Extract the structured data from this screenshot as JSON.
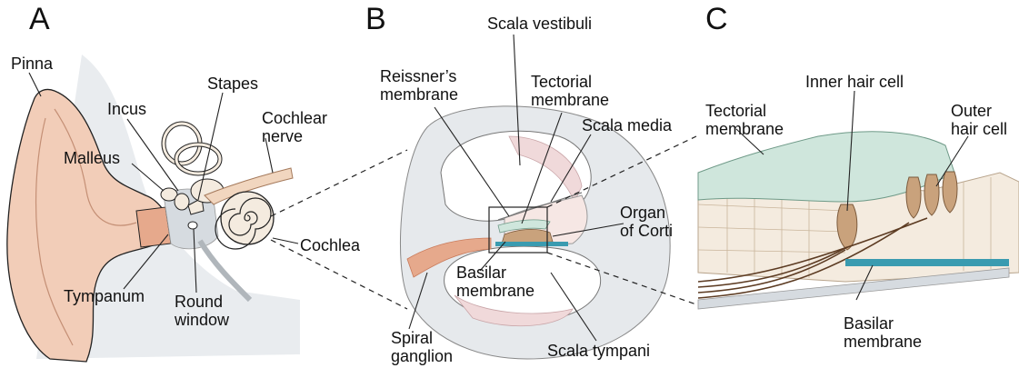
{
  "panels": [
    {
      "letter": "A"
    },
    {
      "letter": "B"
    },
    {
      "letter": "C"
    }
  ],
  "labels": {
    "pinna": "Pinna",
    "incus": "Incus",
    "stapes": "Stapes",
    "cochlear_nerve": "Cochlear\nnerve",
    "malleus": "Malleus",
    "cochlea": "Cochlea",
    "tympanum": "Tympanum",
    "round_window": "Round\nwindow",
    "scala_vestibuli": "Scala vestibuli",
    "reissners_membrane": "Reissner’s\nmembrane",
    "tectorial_membrane_b": "Tectorial\nmembrane",
    "scala_media": "Scala media",
    "organ_of_corti": "Organ\nof Corti",
    "basilar_membrane_b": "Basilar\nmembrane",
    "spiral_ganglion": "Spiral\nganglion",
    "scala_tympani": "Scala tympani",
    "inner_hair_cell": "Inner hair cell",
    "tectorial_membrane_c": "Tectorial\nmembrane",
    "outer_hair_cell": "Outer\nhair cell",
    "basilar_membrane_c": "Basilar\nmembrane"
  },
  "colors": {
    "skin": "#f2cdb8",
    "skin_dark": "#e6a98c",
    "canal_grey": "#d6dbe0",
    "bone": "#f4ebdf",
    "membrane_green": "#cfe6dc",
    "basilar_blue": "#3a9bb0",
    "scala_pink": "#f0d9da",
    "nerve_brown": "#5c3b22",
    "cell_tan": "#c9a27c",
    "line": "#222222"
  }
}
